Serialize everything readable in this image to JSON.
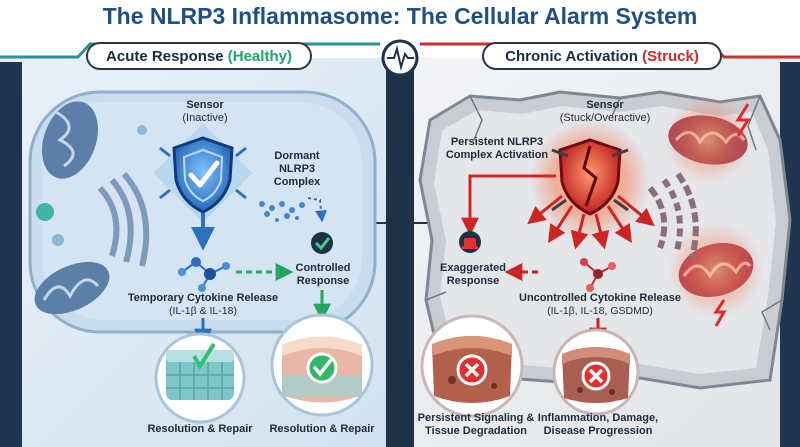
{
  "title": "The NLRP3 Inflammasome: The Cellular Alarm System",
  "colors": {
    "healthy": "#1ea36a",
    "struck": "#d52a2a",
    "title": "#1f4f86",
    "panel_left": "#dfeaf3",
    "panel_right": "#eceff2"
  },
  "left": {
    "header_main": "Acute Response",
    "header_tag": "(Healthy)",
    "sensor_label": "Sensor",
    "sensor_state": "(Inactive)",
    "dormant_label": "Dormant NLRP3 Complex",
    "controlled_label": "Controlled Response",
    "cytokine_label": "Temporary Cytokine Release",
    "cytokine_detail": "(IL-1β & IL-18)",
    "outcome_1": "Resolution & Repair",
    "outcome_2": "Resolution & Repair"
  },
  "right": {
    "header_main": "Chronic Activation",
    "header_tag": "(Struck)",
    "sensor_label": "Sensor",
    "sensor_state": "(Stuck/Overactive)",
    "persistent_label": "Persistent NLRP3 Complex Activation",
    "exaggerated_label": "Exaggerated Response",
    "cytokine_label": "Uncontrolled Cytokine Release",
    "cytokine_detail": "(IL-1β, IL-18, GSDMD)",
    "outcome_1": "Persistent Signaling & Tissue Degradation",
    "outcome_2": "Inflammation, Damage, Disease Progression"
  },
  "icons": [
    "shield-check-icon",
    "shield-broken-icon",
    "heartbeat-icon",
    "check-icon",
    "cross-icon",
    "alarm-icon",
    "molecule-icon",
    "mitochondria-icon",
    "tissue-block-icon"
  ]
}
